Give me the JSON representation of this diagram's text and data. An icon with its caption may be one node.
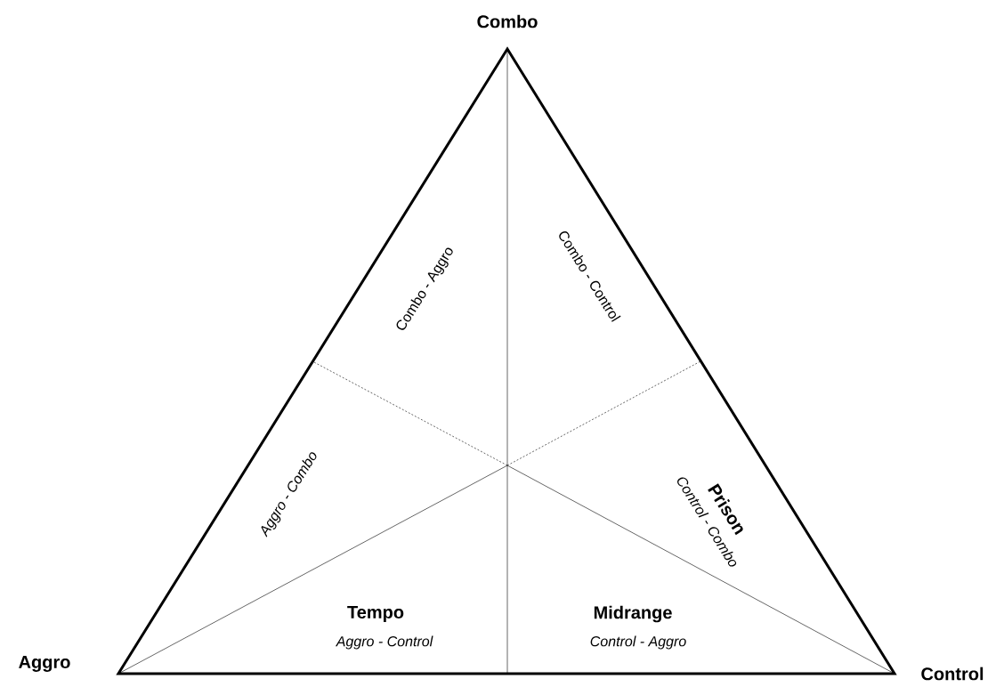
{
  "diagram": {
    "labels": [
      "Combo",
      "Combo - Aggro",
      "Combo - Control",
      "Aggro - Combo",
      "Prison",
      "Control - Combo",
      "Tempo",
      "Aggro - Control",
      "Midrange",
      "Control - Aggro",
      "Aggro",
      "Control"
    ]
  }
}
